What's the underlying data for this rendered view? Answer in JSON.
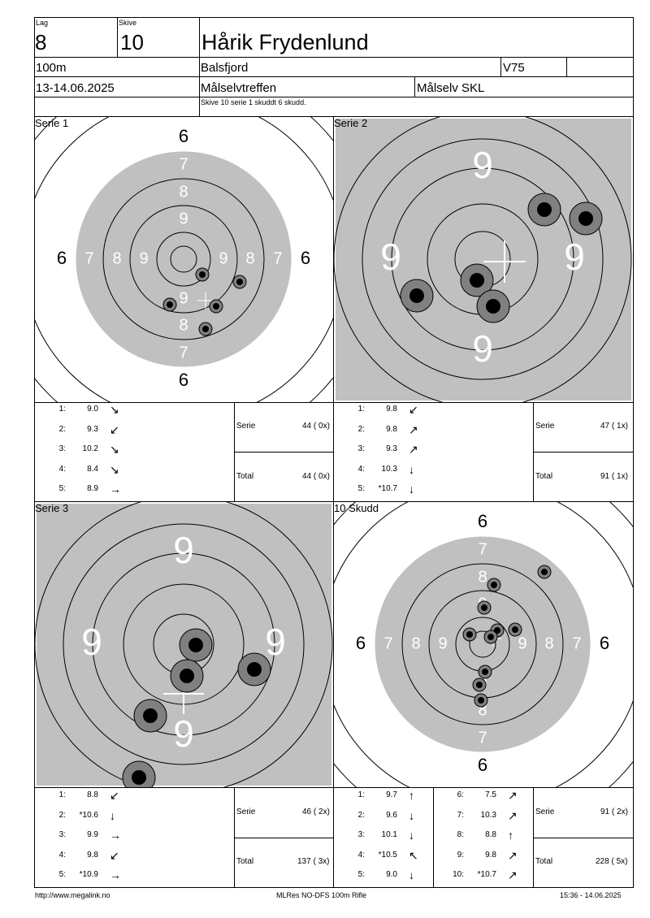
{
  "header": {
    "lag_label": "Lag",
    "lag_value": "8",
    "skive_label": "Skive",
    "skive_value": "10",
    "shooter_name": "Hårik Frydenlund",
    "distance": "100m",
    "club_place": "Balsfjord",
    "class": "V75",
    "date": "13-14.06.2025",
    "event": "Målselvtreffen",
    "organizer": "Målselv SKL",
    "note": "Skive 10 serie 1 skuddt 6 skudd."
  },
  "panels": [
    {
      "label": "Serie 1",
      "kind": "full",
      "shots": [
        {
          "n": "1:",
          "v": "9.0",
          "arrow": "↘"
        },
        {
          "n": "2:",
          "v": "9.3",
          "arrow": "↙"
        },
        {
          "n": "3:",
          "v": "10.2",
          "arrow": "↘"
        },
        {
          "n": "4:",
          "v": "8.4",
          "arrow": "↘"
        },
        {
          "n": "5:",
          "v": "8.9",
          "arrow": "→"
        }
      ],
      "serie_label": "Serie",
      "serie_value": "44 ( 0x)",
      "total_label": "Total",
      "total_value": "44 ( 0x)"
    },
    {
      "label": "Serie 2",
      "kind": "zoom",
      "shots": [
        {
          "n": "1:",
          "v": "9.8",
          "arrow": "↙"
        },
        {
          "n": "2:",
          "v": "9.8",
          "arrow": "↗"
        },
        {
          "n": "3:",
          "v": "9.3",
          "arrow": "↗"
        },
        {
          "n": "4:",
          "v": "10.3",
          "arrow": "↓"
        },
        {
          "n": "5:",
          "v": "*10.7",
          "arrow": "↓"
        }
      ],
      "serie_label": "Serie",
      "serie_value": "47 ( 1x)",
      "total_label": "Total",
      "total_value": "91 ( 1x)"
    },
    {
      "label": "Serie 3",
      "kind": "zoom",
      "shots": [
        {
          "n": "1:",
          "v": "8.8",
          "arrow": "↙"
        },
        {
          "n": "2:",
          "v": "*10.6",
          "arrow": "↓"
        },
        {
          "n": "3:",
          "v": "9.9",
          "arrow": "→"
        },
        {
          "n": "4:",
          "v": "9.8",
          "arrow": "↙"
        },
        {
          "n": "5:",
          "v": "*10.9",
          "arrow": "→"
        }
      ],
      "serie_label": "Serie",
      "serie_value": "46 ( 2x)",
      "total_label": "Total",
      "total_value": "137 ( 3x)"
    },
    {
      "label": "10 Skudd",
      "kind": "full",
      "shots": [
        {
          "n": "1:",
          "v": "9.7",
          "arrow": "↑"
        },
        {
          "n": "2:",
          "v": "9.6",
          "arrow": "↓"
        },
        {
          "n": "3:",
          "v": "10.1",
          "arrow": "↓"
        },
        {
          "n": "4:",
          "v": "*10.5",
          "arrow": "↖"
        },
        {
          "n": "5:",
          "v": "9.0",
          "arrow": "↓"
        },
        {
          "n": "6:",
          "v": "7.5",
          "arrow": "↗"
        },
        {
          "n": "7:",
          "v": "10.3",
          "arrow": "↗"
        },
        {
          "n": "8:",
          "v": "8.8",
          "arrow": "↑"
        },
        {
          "n": "9:",
          "v": "9.8",
          "arrow": "↗"
        },
        {
          "n": "10:",
          "v": "*10.7",
          "arrow": "↗"
        }
      ],
      "serie_label": "Serie",
      "serie_value": "91 ( 2x)",
      "total_label": "Total",
      "total_value": "228 ( 5x)"
    }
  ],
  "ring_numbers": {
    "full": [
      "6",
      "7",
      "8",
      "9"
    ],
    "zoom": [
      "9"
    ]
  },
  "colors": {
    "target_gray": "#c0c0c0",
    "hole_outer": "#808080",
    "hole_inner": "#000000"
  },
  "footer": {
    "url": "http://www.megalink.no",
    "program": "MLRes NO-DFS 100m Rifle",
    "timestamp": "15:36 - 14.06.2025"
  }
}
